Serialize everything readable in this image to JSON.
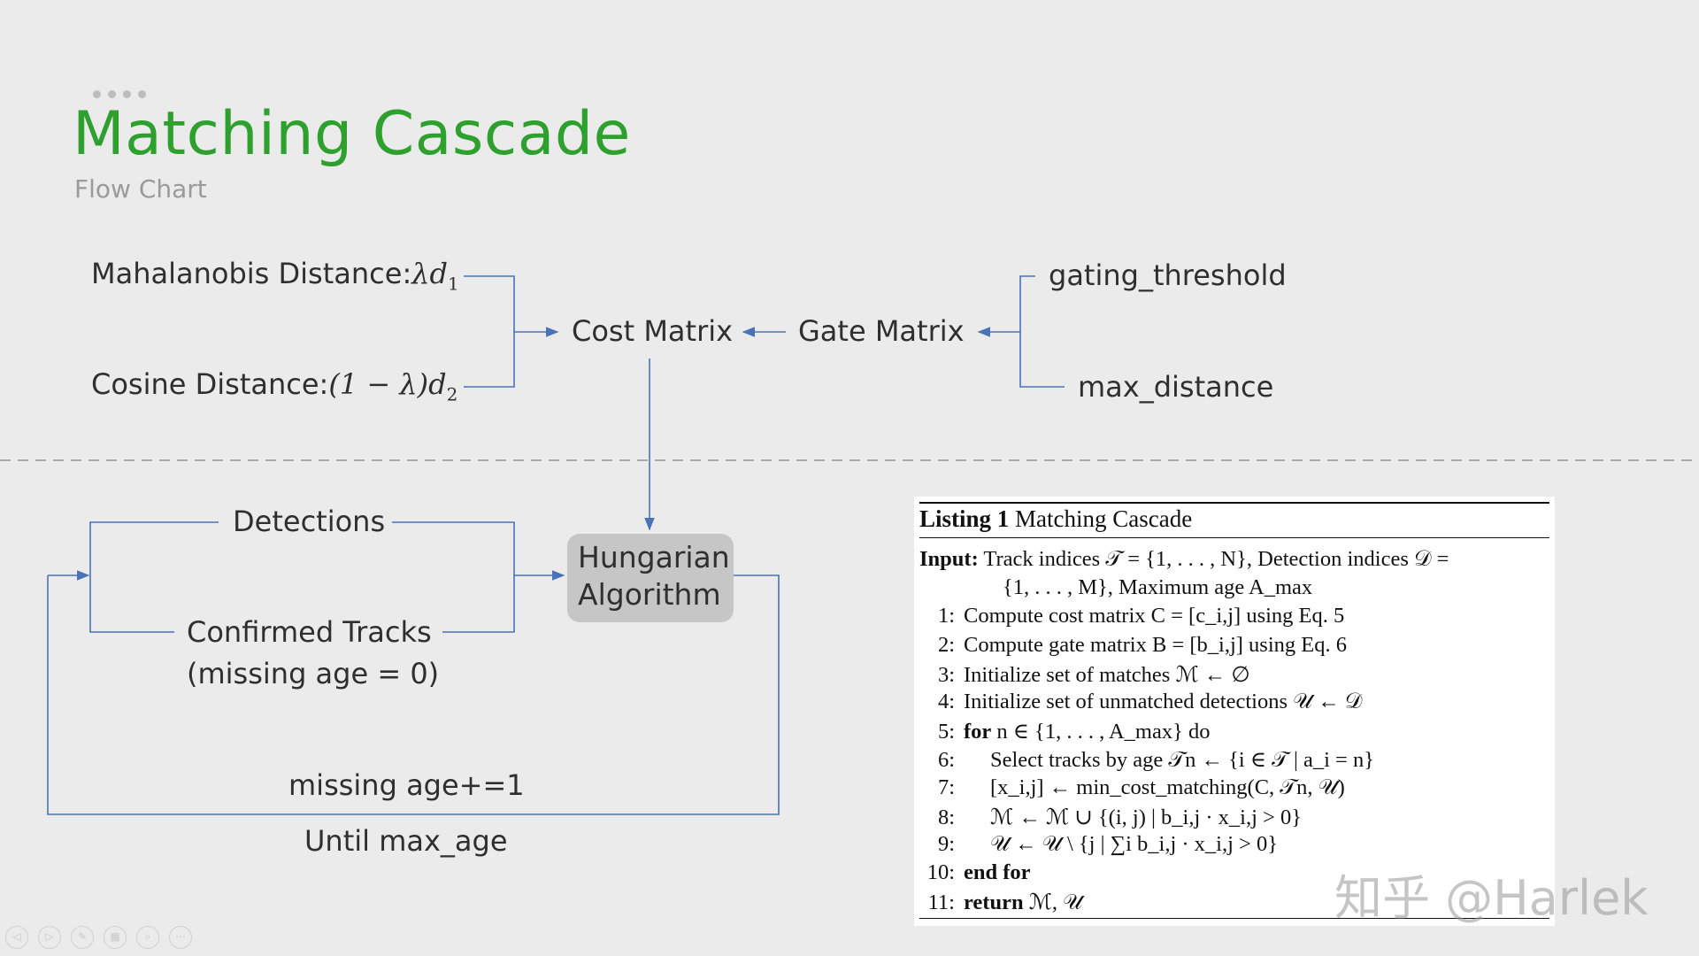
{
  "title": "Matching Cascade",
  "subtitle": "Flow Chart",
  "nodes": {
    "mahalanobis_prefix": "Mahalanobis Distance:",
    "mahalanobis_math": "λd",
    "mahalanobis_sub": "1",
    "cosine_prefix": "Cosine Distance:",
    "cosine_math": "(1 − λ)d",
    "cosine_sub": "2",
    "cost_matrix": "Cost Matrix",
    "gate_matrix": "Gate Matrix",
    "gating_threshold": "gating_threshold",
    "max_distance": "max_distance",
    "detections": "Detections",
    "confirmed_tracks_line1": "Confirmed Tracks",
    "confirmed_tracks_line2": "(missing age = 0)",
    "hungarian_line1": "Hungarian",
    "hungarian_line2": "Algorithm",
    "missing_age": "missing age+=1",
    "until": "Until max_age"
  },
  "listing": {
    "label_bold": "Listing 1",
    "label": "Matching Cascade",
    "rows": [
      {
        "num": "",
        "bold": "Input:",
        "text": " Track indices 𝒯 = {1, . . . , N}, Detection indices 𝒟 ="
      },
      {
        "num": "",
        "bold": "",
        "text": "{1, . . . , M}, Maximum age A_max"
      },
      {
        "num": "1:",
        "bold": "",
        "text": "Compute cost matrix C = [c_i,j] using Eq. 5"
      },
      {
        "num": "2:",
        "bold": "",
        "text": "Compute gate matrix B = [b_i,j] using Eq. 6"
      },
      {
        "num": "3:",
        "bold": "",
        "text": "Initialize set of matches ℳ ← ∅"
      },
      {
        "num": "4:",
        "bold": "",
        "text": "Initialize set of unmatched detections 𝒰 ← 𝒟"
      },
      {
        "num": "5:",
        "bold": "for",
        "text": " n ∈ {1, . . . , A_max} do"
      },
      {
        "num": "6:",
        "bold": "",
        "text": "Select tracks by age 𝒯n ← {i ∈ 𝒯 | a_i = n}"
      },
      {
        "num": "7:",
        "bold": "",
        "text": "[x_i,j] ← min_cost_matching(C, 𝒯n, 𝒰)"
      },
      {
        "num": "8:",
        "bold": "",
        "text": "ℳ ← ℳ ∪ {(i, j) | b_i,j · x_i,j > 0}"
      },
      {
        "num": "9:",
        "bold": "",
        "text": "𝒰 ← 𝒰 \\ {j | ∑i b_i,j · x_i,j > 0}"
      },
      {
        "num": "10:",
        "bold": "end for",
        "text": ""
      },
      {
        "num": "11:",
        "bold": "return",
        "text": " ℳ, 𝒰"
      }
    ]
  },
  "watermark": "知乎 @Harlek",
  "colors": {
    "title": "#2ea02e",
    "connector": "#4a72b8",
    "box": "#c6c6c6"
  }
}
